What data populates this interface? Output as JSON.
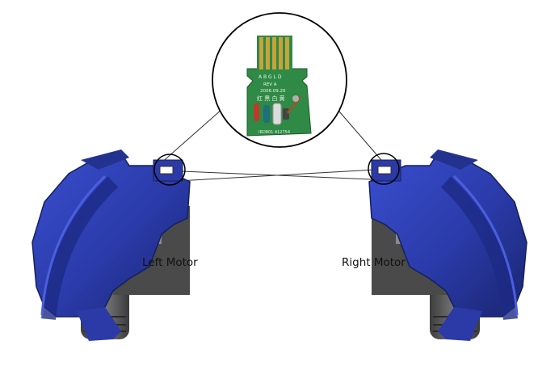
{
  "labels": {
    "left_motor": "Left Motor",
    "right_motor": "Right Motor"
  },
  "pcb_markings": {
    "pins": "A B G L D",
    "rev": "REV A",
    "date": "2006.09.20",
    "chars": "红 黑 白 黄",
    "code": "IRD801 412754"
  },
  "colors": {
    "motor_blue": "#2d3fb5",
    "motor_blue_dark": "#1c2a86",
    "wheel_gray": "#5a5a5a",
    "pcb_green": "#2f8a45",
    "gold_contacts": "#c8a23a"
  }
}
